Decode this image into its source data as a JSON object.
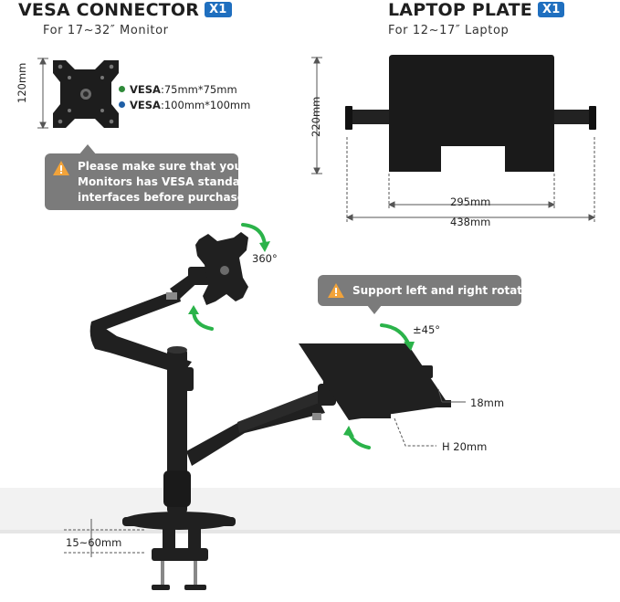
{
  "vesa": {
    "title": "VESA CONNECTOR",
    "qty": "X1",
    "subtitle": "For 17~32″ Monitor",
    "height_label": "120mm",
    "spec1_key": "VESA",
    "spec1_val": ":75mm*75mm",
    "spec2_key": "VESA",
    "spec2_val": ":100mm*100mm",
    "dot1_color": "#2f8a3a",
    "dot2_color": "#1f5fa6",
    "tip_line1": "Please make sure that your",
    "tip_line2": "Monitors has VESA standard",
    "tip_line3": "interfaces before purchase ."
  },
  "laptop": {
    "title": "LAPTOP PLATE",
    "qty": "X1",
    "subtitle": "For 12~17″ Laptop",
    "height_label": "220mm",
    "inner_width": "295mm",
    "outer_width": "438mm"
  },
  "mount": {
    "rotation_label": "360°",
    "tip_rotation": "Support left and right rotation",
    "tilt_label": "±45°",
    "lip_label": "18mm",
    "height_label": "H 20mm",
    "clamp_label": "15~60mm"
  },
  "colors": {
    "accent": "#1f6fbf",
    "tip": "#7b7b7b",
    "arrow": "#2bb34a",
    "warning": "#f2a33a"
  },
  "icons": [
    "warning-icon",
    "rotate-arrow-icon"
  ]
}
